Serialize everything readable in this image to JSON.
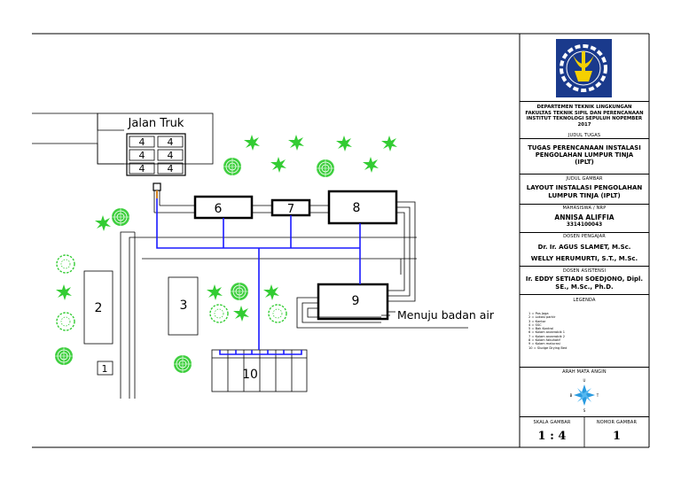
{
  "drawing": {
    "road_label": "Jalan Truk",
    "outlet_label": "Menuju badan air",
    "truck_bay_numbers": [
      "4",
      "4",
      "4",
      "4",
      "4",
      "4"
    ],
    "units": [
      {
        "id": "6",
        "label": "6"
      },
      {
        "id": "7",
        "label": "7"
      },
      {
        "id": "8",
        "label": "8"
      },
      {
        "id": "9",
        "label": "9"
      },
      {
        "id": "2",
        "label": "2"
      },
      {
        "id": "3",
        "label": "3"
      },
      {
        "id": "1",
        "label": "1"
      },
      {
        "id": "10",
        "label": "10"
      }
    ],
    "colors": {
      "pipe": "#1a1aff",
      "tree": "#33cc33",
      "valve": "#d08020",
      "line": "#000000"
    }
  },
  "title_block": {
    "institution": "DEPARTEMEN TEKNIK LINGKUNGAN FAKULTAS TEKNIK SIPIL DAN PERENCANAAN INSTITUT TEKNOLOGI SEPULUH NOPEMBER 2017",
    "task_title_header": "JUDUL TUGAS",
    "task_title": "TUGAS PERENCANAAN INSTALASI PENGOLAHAN LUMPUR TINJA (IPLT)",
    "drawing_title_header": "JUDUL GAMBAR",
    "drawing_title": "LAYOUT INSTALASI PENGOLAHAN LUMPUR TINJA (IPLT)",
    "student_header": "MAHASISWA / NRP",
    "student_name": "ANNISA ALIFFIA",
    "student_nrp": "3314100043",
    "lecturer_header": "DOSEN PENGAJAR",
    "lecturer_1": "Dr. Ir. AGUS SLAMET, M.Sc.",
    "lecturer_2": "WELLY HERUMURTI, S.T., M.Sc.",
    "assistant_header": "DOSEN ASISTENSI",
    "assistant": "Ir. EDDY SETIADI SOEDJONO, Dipl. SE., M.Sc., Ph.D.",
    "legend_header": "LEGENDA",
    "legend_items": [
      "1  =  Pos Jaga",
      "2  =  Lokasi parkir",
      "3  =  Kantor",
      "4  =  SSC",
      "5  =  Bak Kontrol",
      "6  =  Kolam anaerobik 1",
      "7  =  Kolam anaerobik 2",
      "8  =  Kolam fakultatif",
      "9  =  Kolam maturasi",
      "10 =  Sludge Drying Bed"
    ],
    "wind_header": "ARAH MATA ANGIN",
    "scale_header": "SKALA GAMBAR",
    "scale_value": "1 : 4",
    "sheet_number_header": "NOMOR GAMBAR",
    "sheet_number_value": "1"
  }
}
